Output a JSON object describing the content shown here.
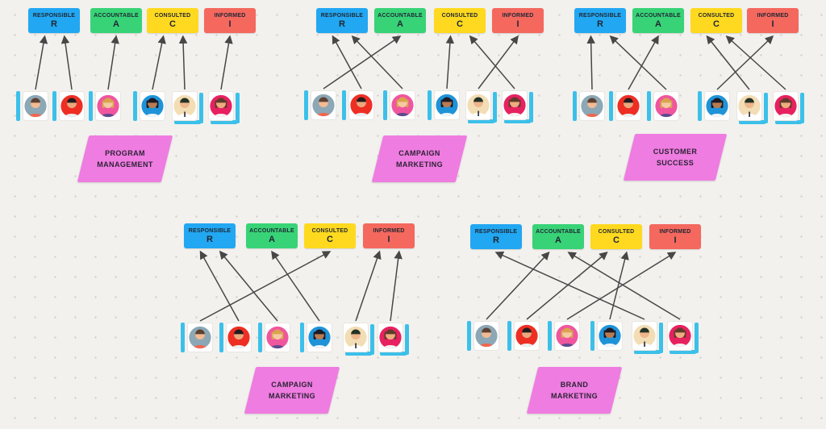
{
  "canvas": {
    "background": "#f2f1ee",
    "dot_color": "#d8d5d1"
  },
  "accents": {
    "highlight_bar": "#3cc0ea",
    "connector": "#474747",
    "team_label_fill": "#ef7ce1",
    "card_text": "#1f2733"
  },
  "legend_roles": [
    {
      "id": "responsible",
      "title": "RESPONSIBLE",
      "letter": "R",
      "color": "#22a7f2"
    },
    {
      "id": "accountable",
      "title": "ACCOUNTABLE",
      "letter": "A",
      "color": "#38d377"
    },
    {
      "id": "consulted",
      "title": "CONSULTED",
      "letter": "C",
      "color": "#ffd91f"
    },
    {
      "id": "informed",
      "title": "INFORMED",
      "letter": "I",
      "color": "#f4685e"
    }
  ],
  "avatars": [
    {
      "id": "avatar-1",
      "circle": "#8ca7b5",
      "skin": "#f2bb94",
      "hair": "#5d4130",
      "shirt": "#f2654c",
      "long_hair": false,
      "tie": false
    },
    {
      "id": "avatar-2",
      "circle": "#ee2e23",
      "skin": "#eaa87e",
      "hair": "#231c1e",
      "shirt": "#e9f1f2",
      "long_hair": false,
      "tie": false
    },
    {
      "id": "avatar-3",
      "circle": "#f0569e",
      "skin": "#f5c9a2",
      "hair": "#d9a44c",
      "shirt": "#5c4a8e",
      "long_hair": true,
      "tie": false
    },
    {
      "id": "avatar-4",
      "circle": "#1f93d8",
      "skin": "#b97b52",
      "hair": "#1d1a24",
      "shirt": "#f3f5f7",
      "long_hair": true,
      "tie": false
    },
    {
      "id": "avatar-5",
      "circle": "#f3ddb5",
      "skin": "#efb68c",
      "hair": "#243326",
      "shirt": "#ffffff",
      "long_hair": false,
      "tie": true
    },
    {
      "id": "avatar-6",
      "circle": "#e72160",
      "skin": "#efac80",
      "hair": "#5f3c2a",
      "shirt": "#f5f4f2",
      "long_hair": true,
      "tie": false
    }
  ],
  "teams": [
    {
      "name": "PROGRAM MANAGEMENT",
      "assignments": [
        {
          "member": 1,
          "role": "R"
        },
        {
          "member": 2,
          "role": "R"
        },
        {
          "member": 3,
          "role": "A"
        },
        {
          "member": 4,
          "role": "C"
        },
        {
          "member": 5,
          "role": "C"
        },
        {
          "member": 6,
          "role": "I"
        }
      ]
    },
    {
      "name": "CAMPAIGN MARKETING",
      "assignments": [
        {
          "member": 1,
          "role": "A"
        },
        {
          "member": 2,
          "role": "R"
        },
        {
          "member": 3,
          "role": "R"
        },
        {
          "member": 4,
          "role": "C"
        },
        {
          "member": 5,
          "role": "I"
        },
        {
          "member": 6,
          "role": "C"
        }
      ]
    },
    {
      "name": "CUSTOMER SUCCESS",
      "assignments": [
        {
          "member": 1,
          "role": "R"
        },
        {
          "member": 2,
          "role": "A"
        },
        {
          "member": 3,
          "role": "R"
        },
        {
          "member": 4,
          "role": "I"
        },
        {
          "member": 5,
          "role": "C"
        },
        {
          "member": 6,
          "role": "C"
        }
      ]
    },
    {
      "name": "CAMPAIGN MARKETING",
      "assignments": [
        {
          "member": 1,
          "role": "C"
        },
        {
          "member": 2,
          "role": "R"
        },
        {
          "member": 3,
          "role": "R"
        },
        {
          "member": 4,
          "role": "A"
        },
        {
          "member": 5,
          "role": "I"
        },
        {
          "member": 6,
          "role": "I"
        }
      ]
    },
    {
      "name": "BRAND MARKETING",
      "assignments": [
        {
          "member": 1,
          "role": "A"
        },
        {
          "member": 2,
          "role": "C"
        },
        {
          "member": 3,
          "role": "I"
        },
        {
          "member": 4,
          "role": "C"
        },
        {
          "member": 5,
          "role": "R"
        },
        {
          "member": 6,
          "role": "A"
        }
      ]
    }
  ]
}
